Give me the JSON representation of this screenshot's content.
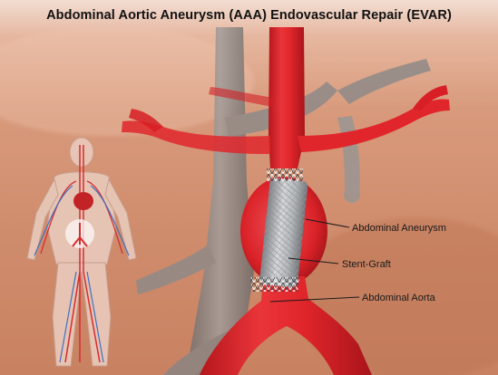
{
  "title": "Abdominal Aortic Aneurysm (AAA) Endovascular Repair (EVAR)",
  "labels": {
    "aneurysm": "Abdominal Aneurysm",
    "stent_graft": "Stent-Graft",
    "aorta": "Abdominal Aorta"
  },
  "colors": {
    "artery_red": "#e0262b",
    "artery_dark": "#b5161c",
    "vein_gray": "#8f8a88",
    "skin_bg": "#d89a7c",
    "stent_gray": "#b9bcbf",
    "title_text": "#111111"
  }
}
